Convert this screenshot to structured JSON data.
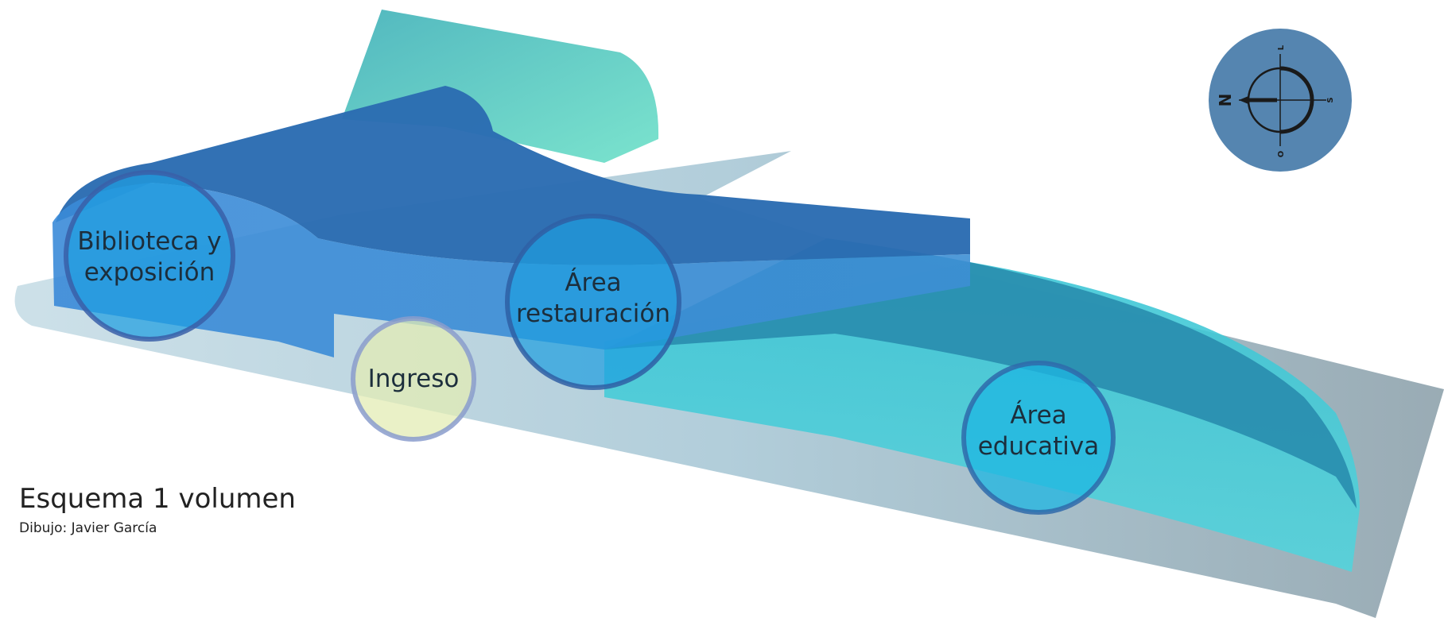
{
  "zones": [
    {
      "id": "biblioteca",
      "lines": [
        "Biblioteca y",
        "exposición"
      ]
    },
    {
      "id": "restauracion",
      "lines": [
        "Área",
        "restauración"
      ]
    },
    {
      "id": "ingreso",
      "lines": [
        "Ingreso"
      ]
    },
    {
      "id": "educativa",
      "lines": [
        "Área",
        "educativa"
      ]
    }
  ],
  "compass": {
    "north": "N",
    "east": "L",
    "south": "S",
    "west": "O"
  },
  "caption": {
    "title": "Esquema 1 volumen",
    "author": "Dibujo: Javier García"
  },
  "colors": {
    "ground": "#9fbccb",
    "volume_dark_blue": "#2a6fb8",
    "volume_teal": "#2a90a8",
    "volume_mint": "#56d0c4",
    "zone_circle": "#1e9ee0",
    "ingreso_circle": "#e3ecb4",
    "compass_disc": "#5585b0"
  }
}
